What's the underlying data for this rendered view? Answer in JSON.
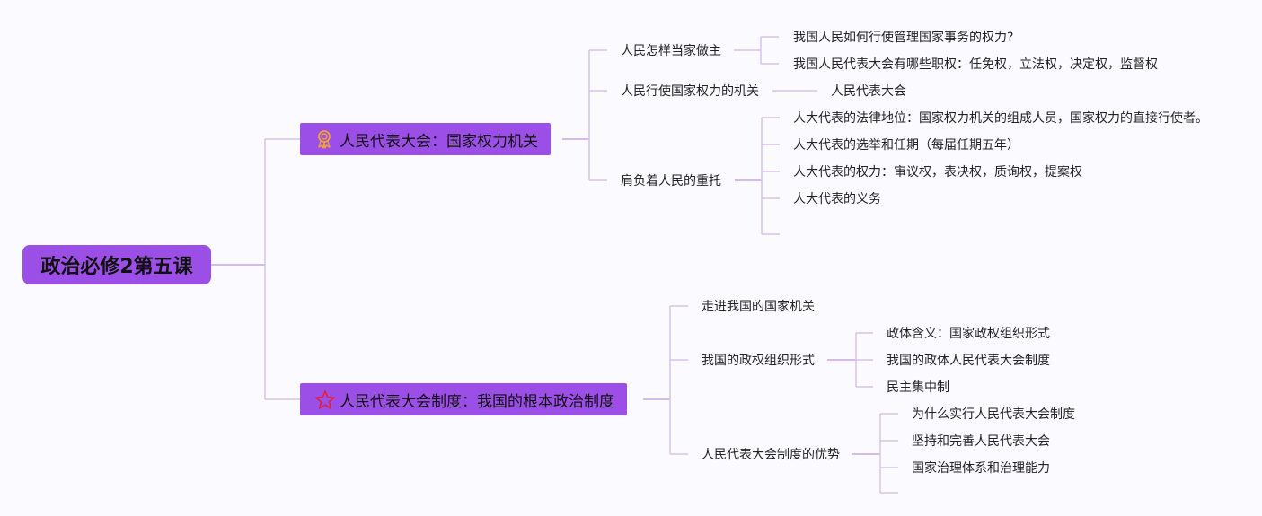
{
  "root": {
    "label": "政治必修2第五课"
  },
  "branches": [
    {
      "label": "人民代表大会：国家权力机关",
      "icon": "award-ribbon-icon",
      "children": [
        {
          "label": "人民怎样当家做主",
          "children": [
            "我国人民如何行使管理国家事务的权力?",
            "我国人民代表大会有哪些职权：任免权，立法权，决定权，监督权"
          ]
        },
        {
          "label": "人民行使国家权力的机关",
          "children": [
            "人民代表大会"
          ]
        },
        {
          "label": "肩负着人民的重托",
          "children": [
            "人大代表的法律地位：国家权力机关的组成人员，国家权力的直接行使者。",
            "人大代表的选举和任期（每届任期五年）",
            "人大代表的权力：审议权，表决权，质询权，提案权",
            "人大代表的义务",
            ""
          ]
        }
      ]
    },
    {
      "label": "人民代表大会制度：我国的根本政治制度",
      "icon": "star-icon",
      "children": [
        {
          "label": "走进我国的国家机关",
          "children": []
        },
        {
          "label": "我国的政权组织形式",
          "children": [
            "政体含义：国家政权组织形式",
            "我国的政体人民代表大会制度",
            "民主集中制"
          ]
        },
        {
          "label": "人民代表大会制度的优势",
          "children": [
            "为什么实行人民代表大会制度",
            "坚持和完善人民代表大会",
            "国家治理体系和治理能力",
            ""
          ]
        }
      ]
    }
  ],
  "colors": {
    "node_fill": "#9b4fe6",
    "line": "#d8c3ea",
    "line_strong": "#c9a6e0",
    "icon_award": "#f0a23a",
    "icon_star": "#e0203a"
  }
}
